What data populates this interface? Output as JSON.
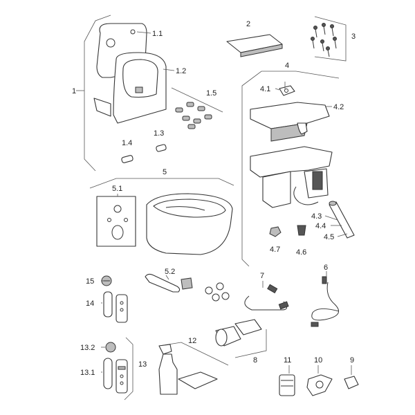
{
  "labels": {
    "l1": "1",
    "l1_1": "1.1",
    "l1_2": "1.2",
    "l1_3": "1.3",
    "l1_4": "1.4",
    "l1_5": "1.5",
    "l2": "2",
    "l3": "3",
    "l4": "4",
    "l4_1": "4.1",
    "l4_2": "4.2",
    "l4_3": "4.3",
    "l4_4": "4.4",
    "l4_5": "4.5",
    "l4_6": "4.6",
    "l4_7": "4.7",
    "l5": "5",
    "l5_1": "5.1",
    "l5_2": "5.2",
    "l6": "6",
    "l7": "7",
    "l8": "8",
    "l9": "9",
    "l10": "10",
    "l11": "11",
    "l12": "12",
    "l13": "13",
    "l13_1": "13.1",
    "l13_2": "13.2",
    "l14": "14",
    "l15": "15"
  }
}
